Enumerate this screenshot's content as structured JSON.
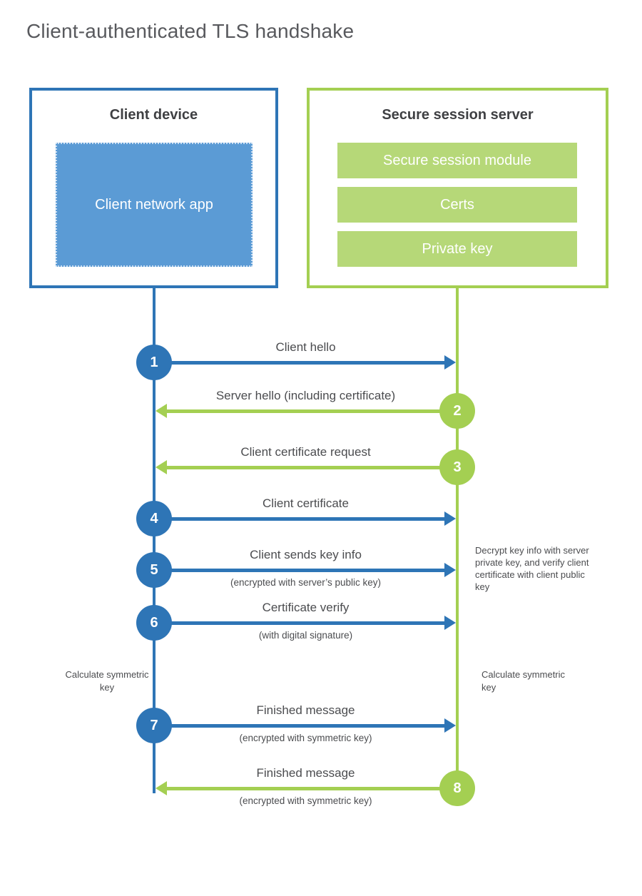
{
  "title": "Client-authenticated TLS handshake",
  "colors": {
    "blue": "#2e75b6",
    "blue_light": "#5b9bd5",
    "green": "#a4cf52",
    "green_light": "#b6d878"
  },
  "client": {
    "heading": "Client device",
    "app_label": "Client network app"
  },
  "server": {
    "heading": "Secure session server",
    "modules": [
      "Secure session module",
      "Certs",
      "Private key"
    ]
  },
  "steps": [
    {
      "num": "1",
      "label": "Client hello",
      "sublabel": "",
      "direction": "right"
    },
    {
      "num": "2",
      "label": "Server hello (including certificate)",
      "sublabel": "",
      "direction": "left"
    },
    {
      "num": "3",
      "label": "Client certificate request",
      "sublabel": "",
      "direction": "left"
    },
    {
      "num": "4",
      "label": "Client certificate",
      "sublabel": "",
      "direction": "right"
    },
    {
      "num": "5",
      "label": "Client sends key info",
      "sublabel": "(encrypted with server’s public key)",
      "direction": "right"
    },
    {
      "num": "6",
      "label": "Certificate verify",
      "sublabel": "(with digital signature)",
      "direction": "right"
    },
    {
      "num": "7",
      "label": "Finished message",
      "sublabel": "(encrypted with symmetric key)",
      "direction": "right"
    },
    {
      "num": "8",
      "label": "Finished message",
      "sublabel": "(encrypted with symmetric key)",
      "direction": "left"
    }
  ],
  "annotations": {
    "decrypt_note": "Decrypt key info with server private key, and verify client certificate with client public key",
    "calc_left": "Calculate symmetric key",
    "calc_right": "Calculate symmetric key"
  }
}
